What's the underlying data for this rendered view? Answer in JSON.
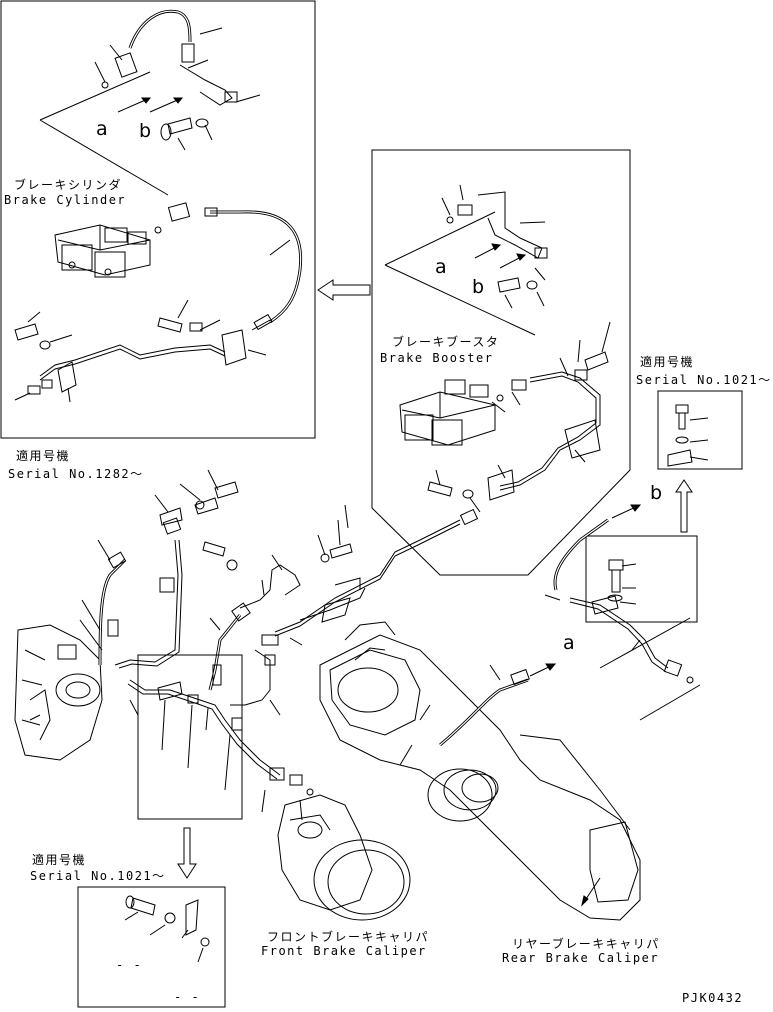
{
  "labels": {
    "brake_cylinder_jp": "ブレーキシリンダ",
    "brake_cylinder_en": "Brake Cylinder",
    "brake_booster_jp": "ブレーキブースタ",
    "brake_booster_en": "Brake Booster",
    "front_caliper_jp": "フロントブレーキキャリパ",
    "front_caliper_en": "Front Brake Caliper",
    "rear_caliper_jp": "リヤーブレーキキャリパ",
    "rear_caliper_en": "Rear Brake Caliper"
  },
  "serials": {
    "applicable_jp": "適用号機",
    "serial_1282": "Serial No.1282～",
    "serial_1021_right": "Serial No.1021～",
    "serial_1021_bottom": "Serial No.1021～"
  },
  "connection_markers": {
    "a": "a",
    "b": "b"
  },
  "inset_marks": {
    "dash_1": "- -",
    "dash_2": "- -"
  },
  "drawing_code": "PJK0432"
}
